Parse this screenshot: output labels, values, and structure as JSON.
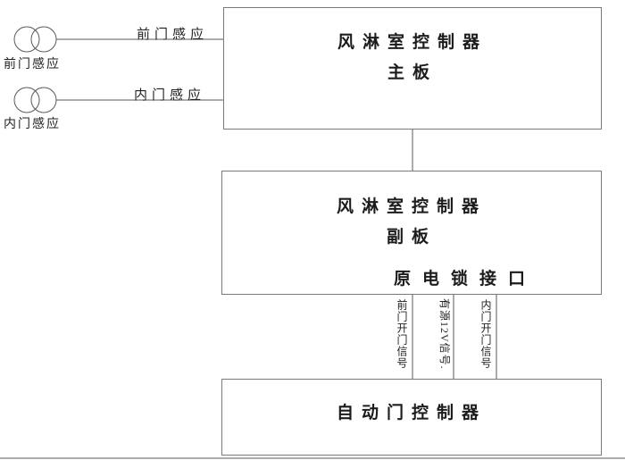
{
  "diagram": {
    "sensors": [
      {
        "label": "前门感应",
        "wire_label": "前门感应"
      },
      {
        "label": "内门感应",
        "wire_label": "内门感应"
      }
    ],
    "boxes": {
      "main_board": {
        "line1": "风淋室控制器",
        "line2": "主板"
      },
      "sub_board": {
        "line1": "风淋室控制器",
        "line2": "副板",
        "corner_label": "原电锁接口"
      },
      "door_controller": {
        "label": "自动门控制器"
      }
    },
    "signals": [
      {
        "label": "前门开门信号"
      },
      {
        "label": "有源12V信号."
      },
      {
        "label": "内门开门信号"
      }
    ]
  }
}
